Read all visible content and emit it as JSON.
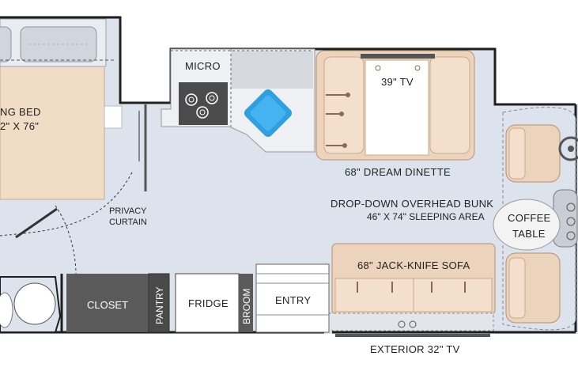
{
  "colors": {
    "floor": "#dde3ec",
    "wall": "#1f1f1f",
    "upholstery": "#ecd3bc",
    "upholstery_dark": "#c9a98e",
    "mattress": "#f1dcc6",
    "closet": "#5a5a5a",
    "counter": "#d6d9de",
    "sink": "#2e9fe0",
    "white": "#ffffff"
  },
  "labels": {
    "bed_line1": "NG BED",
    "bed_line2": "2\" X 76\"",
    "micro": "MICRO",
    "tv": "39\" TV",
    "dinette": "68\" DREAM DINETTE",
    "bunk_line1": "DROP-DOWN OVERHEAD BUNK",
    "bunk_line2": "46\" X 74\" SLEEPING AREA",
    "coffee_line1": "COFFEE",
    "coffee_line2": "TABLE",
    "privacy_line1": "PRIVACY",
    "privacy_line2": "CURTAIN",
    "sofa": "68\" JACK-KNIFE SOFA",
    "closet": "CLOSET",
    "pantry": "PANTRY",
    "fridge": "FRIDGE",
    "broom": "BROOM",
    "entry": "ENTRY",
    "exterior_tv": "EXTERIOR 32\" TV"
  }
}
